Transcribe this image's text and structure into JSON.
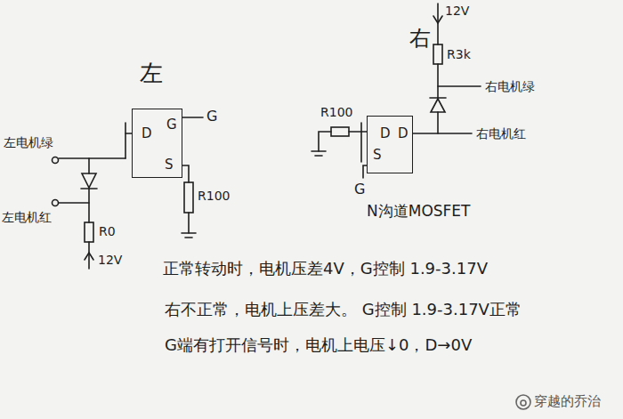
{
  "diagram": {
    "nodes": [
      {
        "text": [
          "D",
          "G",
          "S"
        ]
      },
      {
        "text": [
          "D",
          "S",
          "D"
        ]
      }
    ],
    "labels": [
      "左",
      "左电机绿",
      "左电机红",
      "G",
      "R100",
      "R0",
      "12V",
      "右",
      "12V",
      "R3k",
      "右电机绿",
      "R100",
      "右电机红",
      "G",
      "N沟道MOSFET",
      "正常转动时，电机压差4V，G控制 1.9-3.17V",
      "右不正常，电机上压差大。 G控制 1.9-3.17V正常",
      "G端有打开信号时，电机上电压↓0，D→0V",
      "穿越的乔治"
    ]
  }
}
